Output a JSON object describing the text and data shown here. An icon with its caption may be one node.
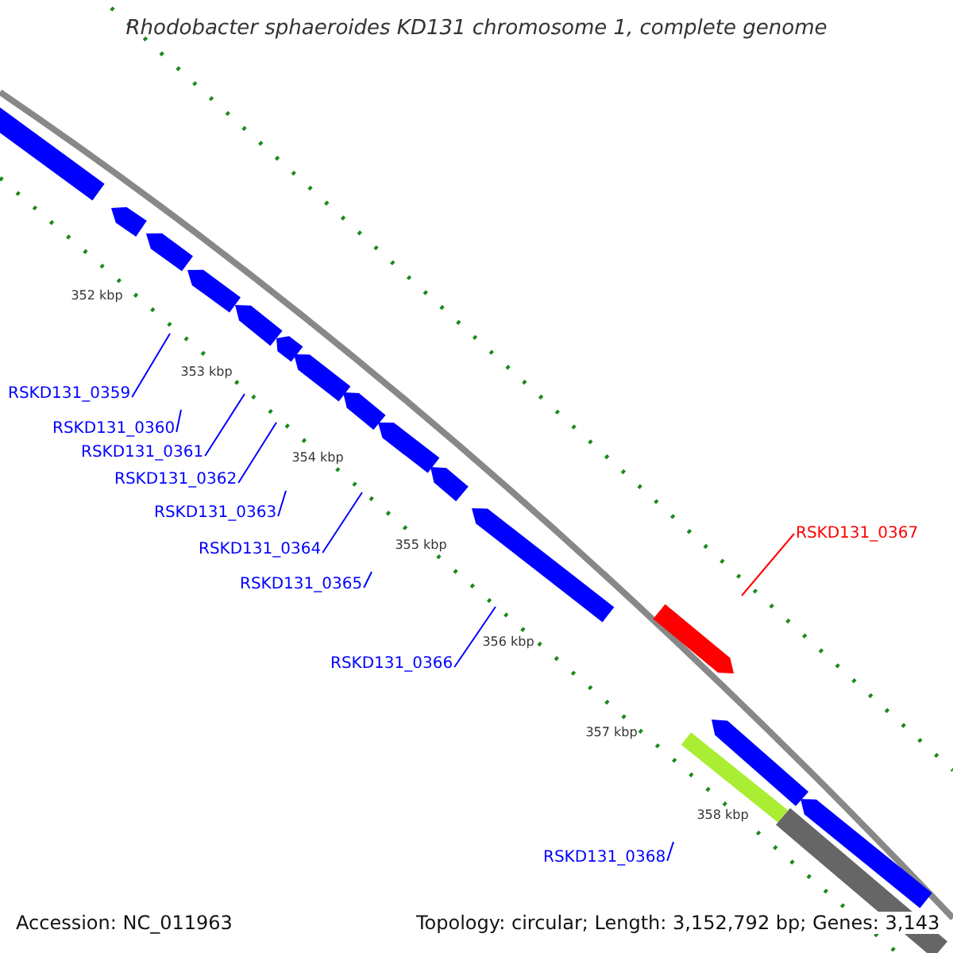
{
  "diagram": {
    "title": "Rhodobacter sphaeroides KD131 chromosome 1, complete genome",
    "nodes": [
      {
        "text": [
          "RSKD131_0359"
        ]
      },
      {
        "text": [
          "RSKD131_0360"
        ]
      },
      {
        "text": [
          "RSKD131_0361"
        ]
      },
      {
        "text": [
          "RSKD131_0362"
        ]
      },
      {
        "text": [
          "RSKD131_0363"
        ]
      },
      {
        "text": [
          "RSKD131_0364"
        ]
      },
      {
        "text": [
          "RSKD131_0365"
        ]
      },
      {
        "text": [
          "RSKD131_0366"
        ]
      },
      {
        "text": [
          "RSKD131_0367"
        ]
      },
      {
        "text": [
          "RSKD131_0368"
        ]
      }
    ],
    "edges": [
      {
        "from": 0,
        "to": null,
        "arrow": "none"
      },
      {
        "from": 1,
        "to": null,
        "arrow": "none"
      },
      {
        "from": 2,
        "to": null,
        "arrow": "none"
      },
      {
        "from": 3,
        "to": null,
        "arrow": "none"
      },
      {
        "from": 4,
        "to": null,
        "arrow": "none"
      },
      {
        "from": 5,
        "to": null,
        "arrow": "none"
      },
      {
        "from": 6,
        "to": null,
        "arrow": "none"
      },
      {
        "from": 7,
        "to": null,
        "arrow": "none"
      },
      {
        "from": 8,
        "to": null,
        "arrow": "none",
        "color": "#ff0000"
      },
      {
        "from": 9,
        "to": null,
        "arrow": "none"
      }
    ],
    "labels": [
      "352 kbp",
      "353 kbp",
      "354 kbp",
      "355 kbp",
      "356 kbp",
      "357 kbp",
      "358 kbp",
      "Accession: NC_011963",
      "Topology: circular; Length: 3,152,792 bp; Genes: 3,143"
    ]
  }
}
